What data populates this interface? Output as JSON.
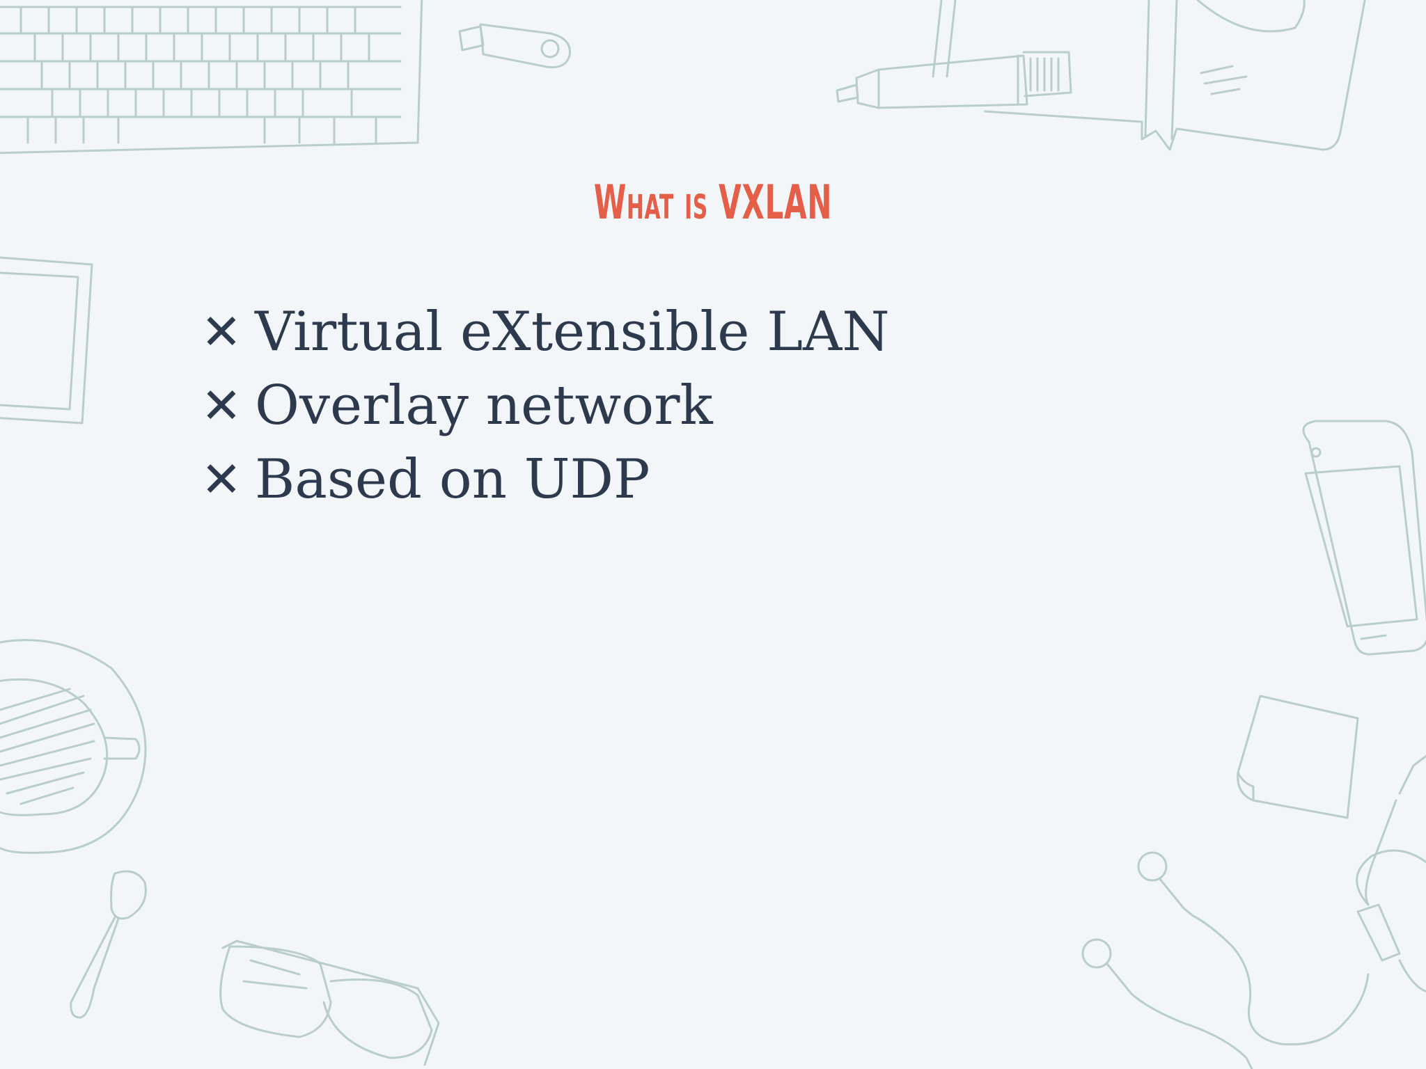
{
  "slide": {
    "title": "What is VXLAN",
    "bullet_icon": "x-mark-icon",
    "bullets": [
      "Virtual eXtensible LAN",
      "Overlay network",
      "Based on UDP"
    ]
  },
  "colors": {
    "background": "#f3f6f9",
    "title": "#e45e48",
    "body_text": "#2d3a4d",
    "doodle_stroke": "#b9cdca"
  },
  "decorations": [
    "keyboard-icon",
    "usb-stick-icon",
    "marker-icon",
    "notebook-icon",
    "tablet-icon",
    "smartphone-icon",
    "coffee-cup-icon",
    "spoon-icon",
    "glasses-icon",
    "sticky-note-icon",
    "earphones-icon"
  ]
}
